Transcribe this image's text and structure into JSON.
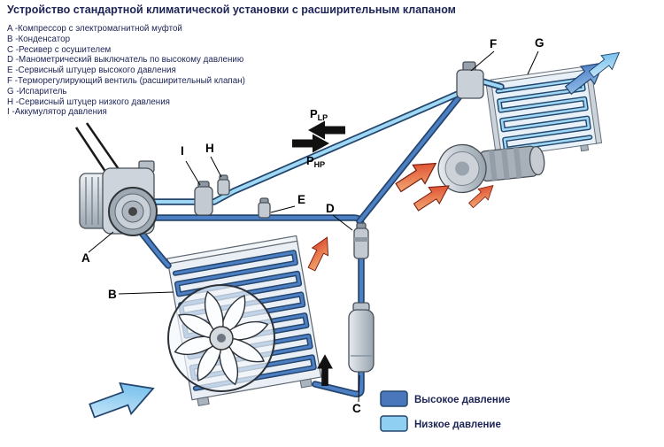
{
  "title": "Устройство стандартной климатической установки с расширительным клапаном",
  "legend_list": {
    "items": [
      {
        "text": "A -Компрессор с электромагнитной муфтой"
      },
      {
        "text": "B -Конденсатор"
      },
      {
        "text": "C -Ресивер с осушителем"
      },
      {
        "text": "D -Манометрический выключатель по высокому давлению"
      },
      {
        "text": "E -Сервисный штуцер высокого давления"
      },
      {
        "text": "F -Терморегулирующий вентиль (расширительный клапан)"
      },
      {
        "text": "G -Испаритель"
      },
      {
        "text": "H -Сервисный штуцер низкого давления"
      },
      {
        "text": "I -Аккумулятор давления"
      }
    ]
  },
  "component_labels": {
    "a": "A",
    "b": "B",
    "c": "C",
    "d": "D",
    "e": "E",
    "f": "F",
    "g": "G",
    "h": "H",
    "i": "I"
  },
  "pressure_labels": {
    "low_main": "P",
    "low_sub": "LP",
    "high_main": "P",
    "high_sub": "HP"
  },
  "legend": {
    "high": {
      "label": "Высокое давление",
      "color": "#4a77bc"
    },
    "low": {
      "label": "Низкое давление",
      "color": "#8fd0f2"
    }
  },
  "colors": {
    "high_pressure_pipe": "#4d7fc4",
    "low_pressure_pipe": "#9fd8f4",
    "pipe_outline": "#24466e",
    "text": "#1c2355"
  }
}
